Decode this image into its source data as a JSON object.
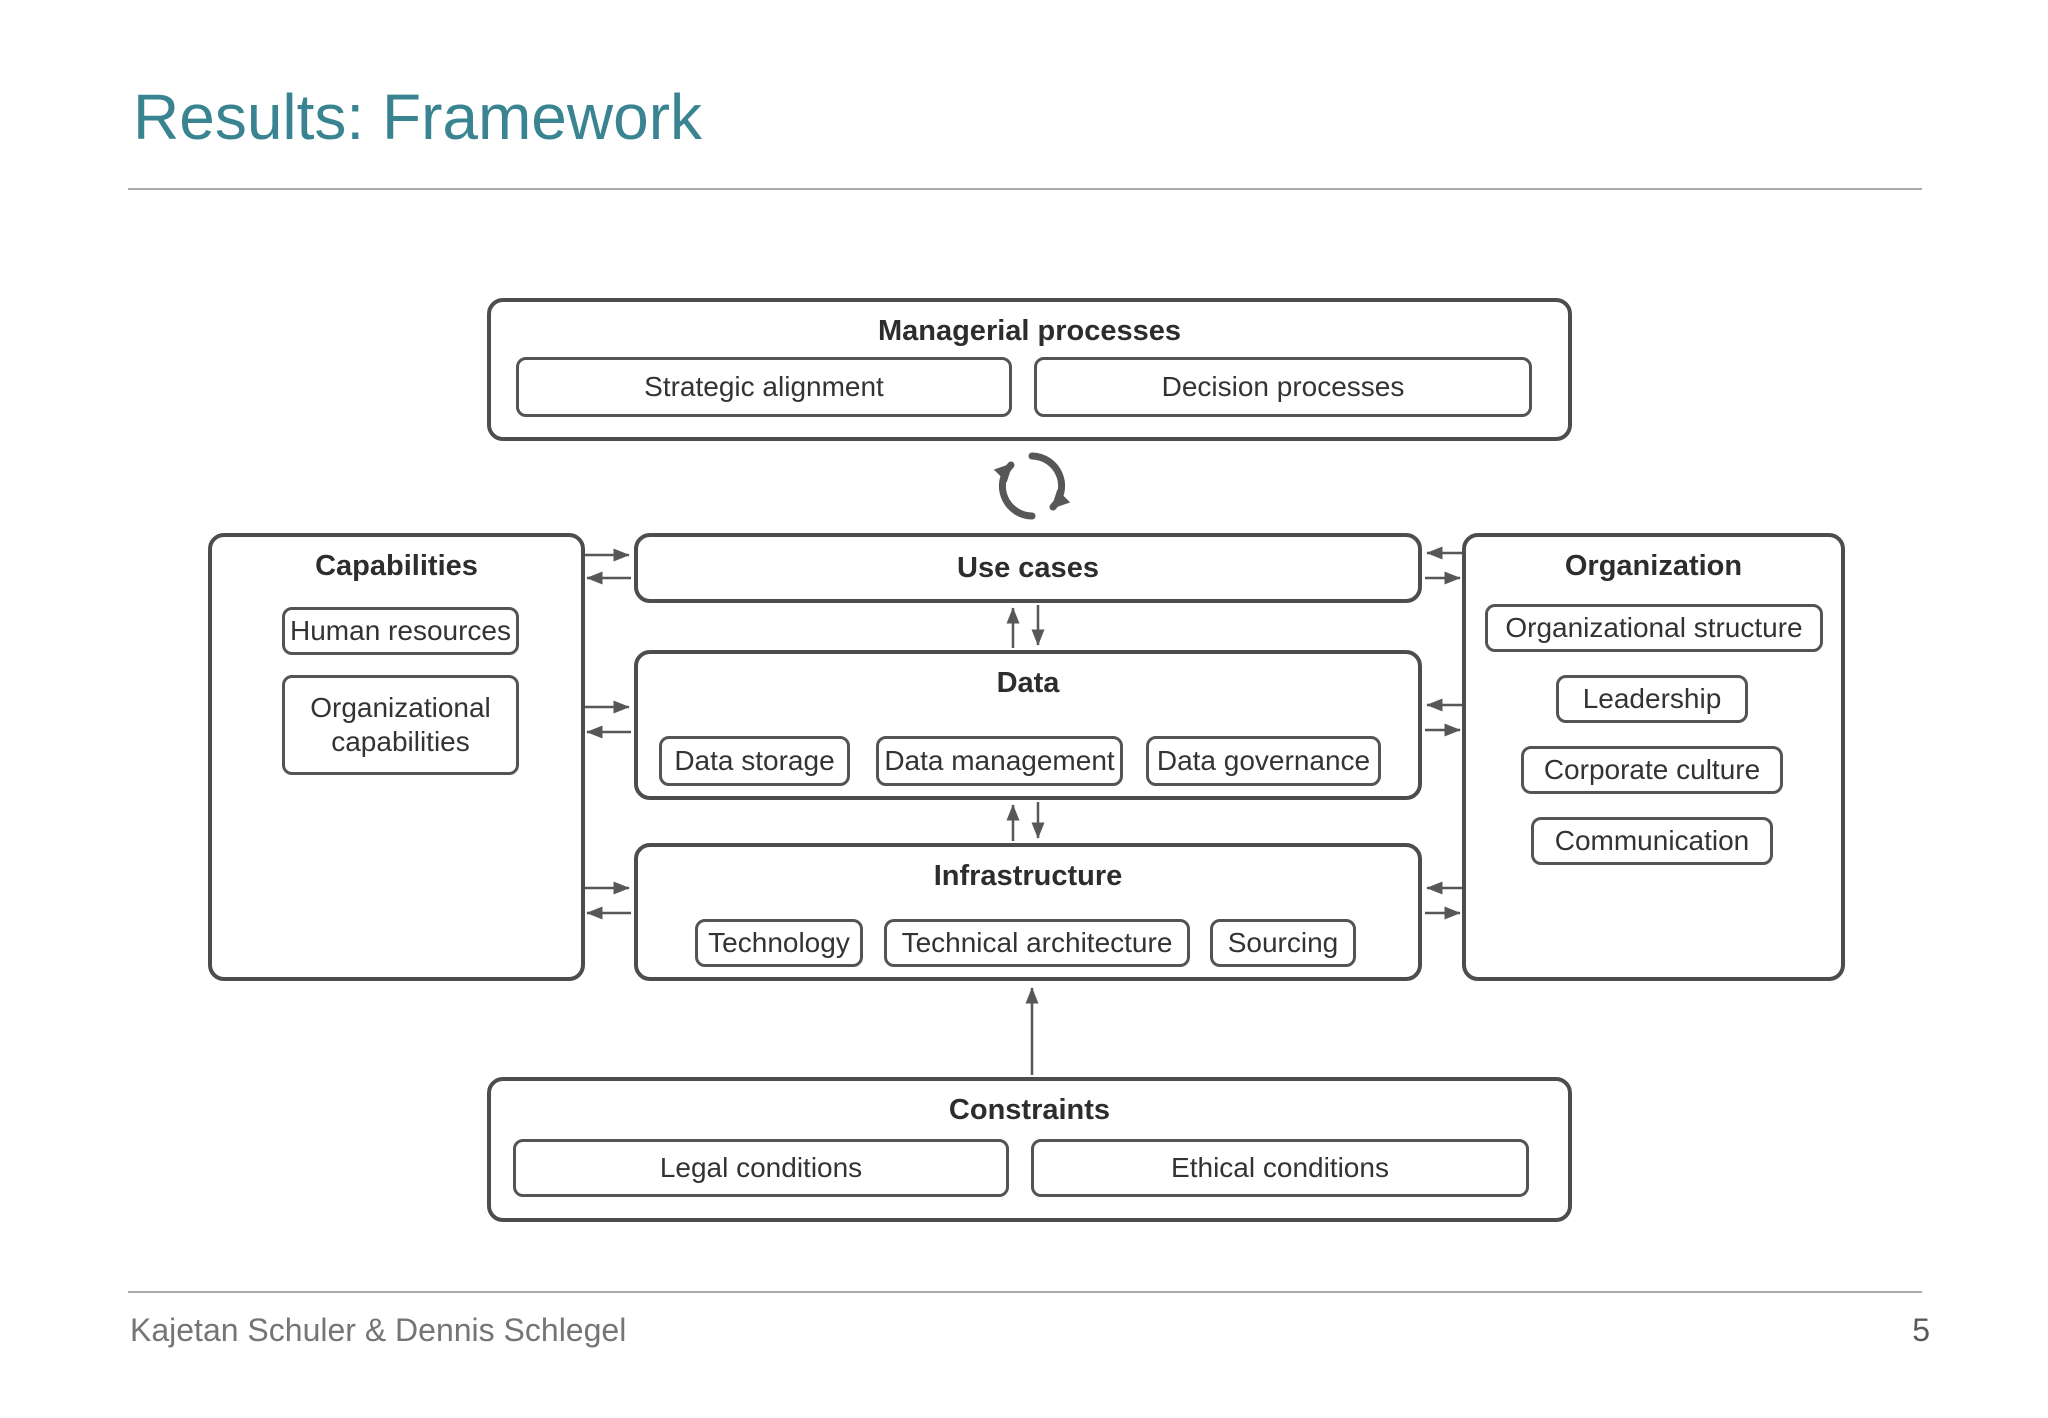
{
  "slide": {
    "title": "Results: Framework",
    "footer": {
      "authors": "Kajetan Schuler & Dennis Schlegel",
      "page_number": "5"
    },
    "colors": {
      "title_teal": "#3A8492",
      "box_border": "#4D4D4D",
      "arrow_gray": "#575757",
      "divider_gray": "#ABABAB",
      "footer_text_gray": "#757575"
    },
    "icons": {
      "sync": "circular-refresh-arrows"
    }
  },
  "diagram": {
    "managerial_processes": {
      "title": "Managerial processes",
      "items": [
        "Strategic alignment",
        "Decision processes"
      ]
    },
    "capabilities": {
      "title": "Capabilities",
      "items": [
        "Human resources",
        "Organizational capabilities"
      ]
    },
    "use_cases": {
      "title": "Use cases"
    },
    "data": {
      "title": "Data",
      "items": [
        "Data storage",
        "Data management",
        "Data governance"
      ]
    },
    "infrastructure": {
      "title": "Infrastructure",
      "items": [
        "Technology",
        "Technical architecture",
        "Sourcing"
      ]
    },
    "organization": {
      "title": "Organization",
      "items": [
        "Organizational structure",
        "Leadership",
        "Corporate culture",
        "Communication"
      ]
    },
    "constraints": {
      "title": "Constraints",
      "items": [
        "Legal conditions",
        "Ethical conditions"
      ]
    }
  }
}
